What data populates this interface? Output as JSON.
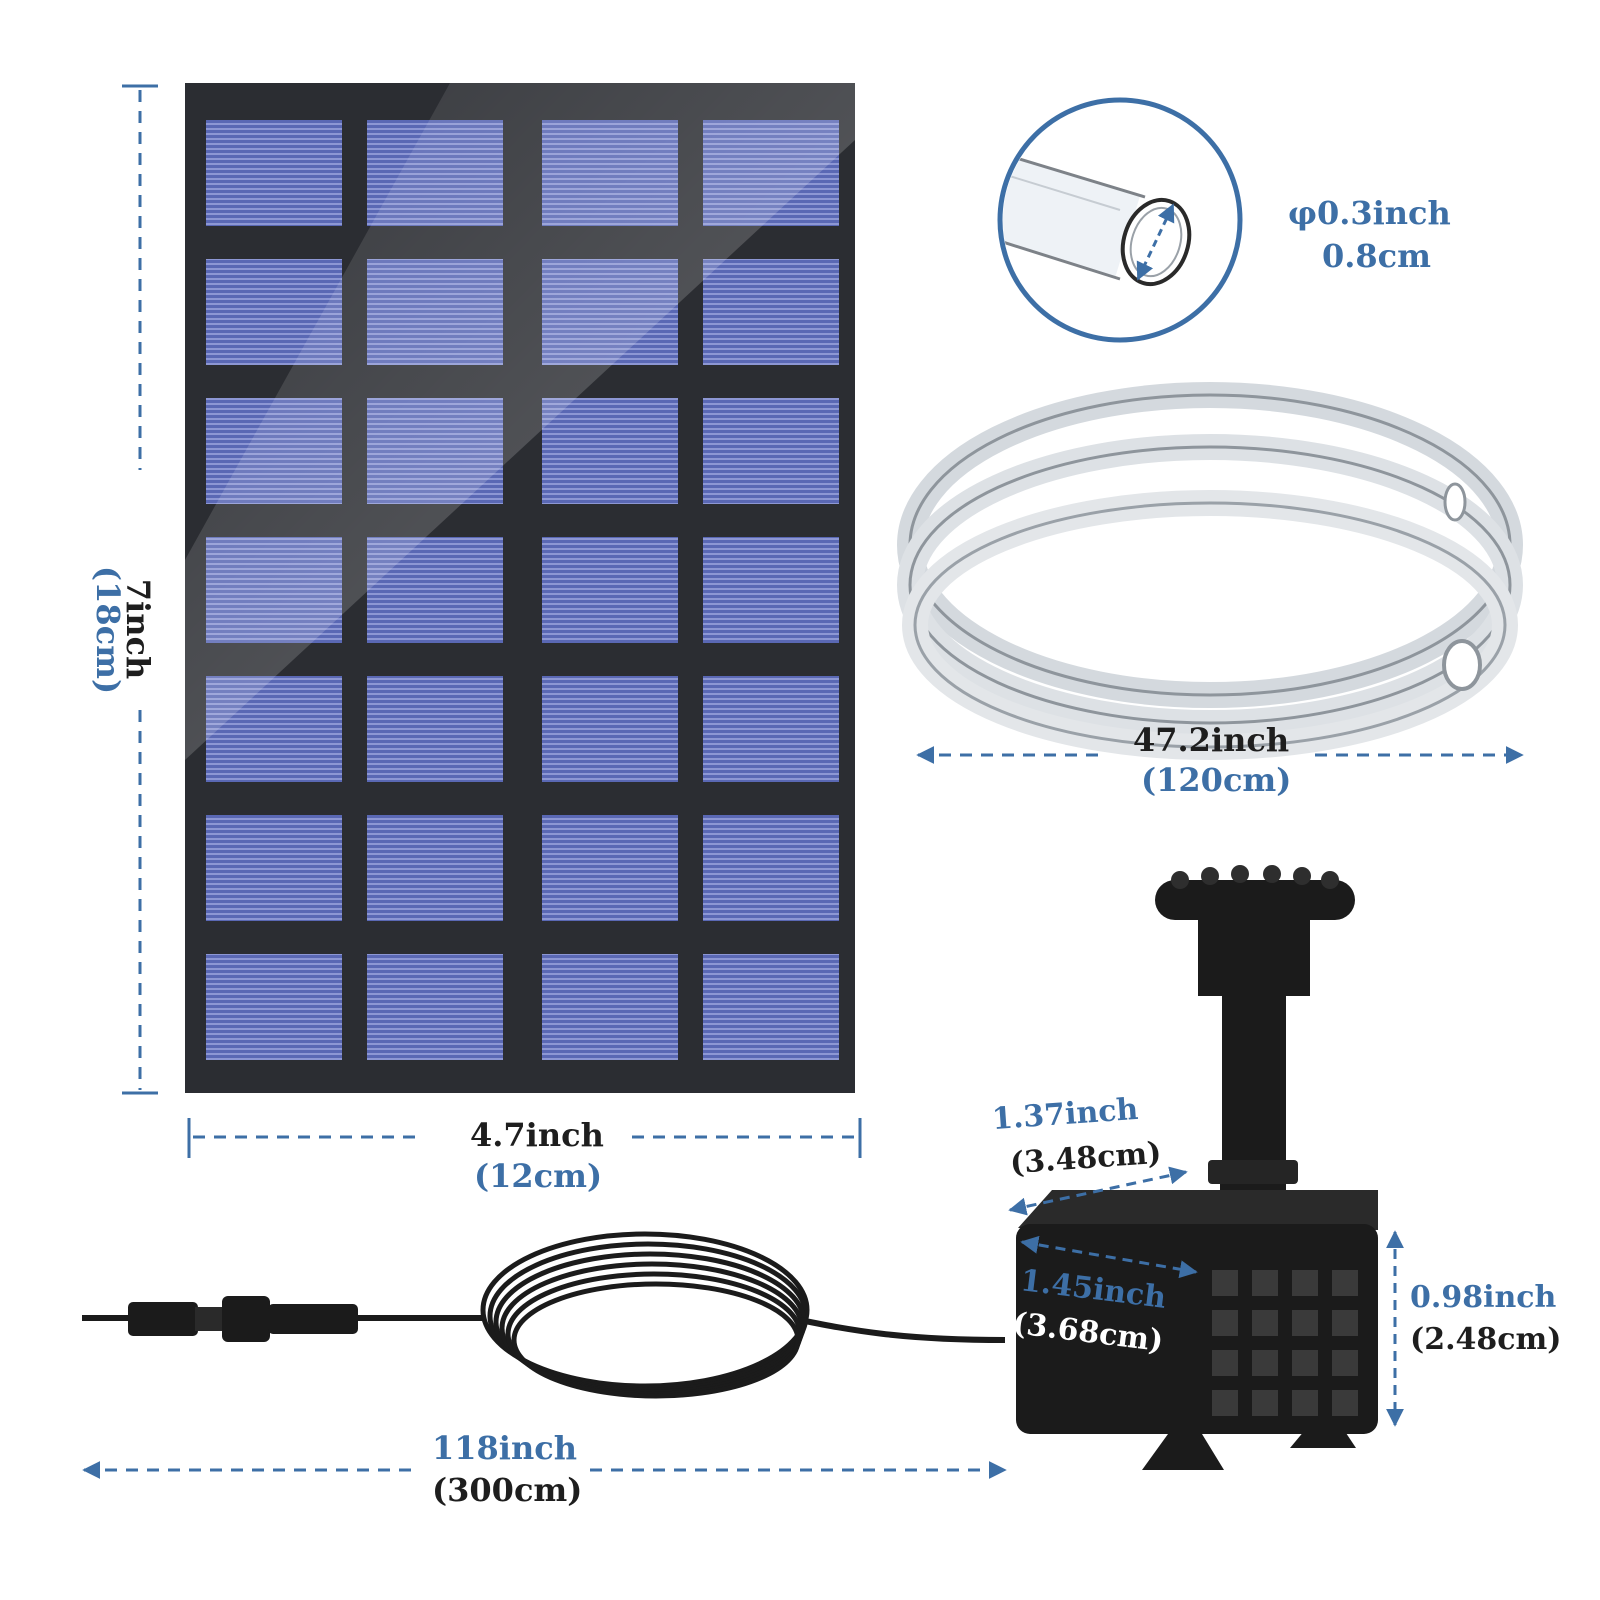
{
  "colors": {
    "dimension_blue": "#3d6fa6",
    "panel_frame": "#2b2d32",
    "cell_blue": "#5866b0",
    "pump_black": "#1b1b1b"
  },
  "items": {
    "solar_panel": {
      "cell_rows": 7,
      "cell_cols": 4
    },
    "tube_detail": {
      "icon": "tube-cross-section-icon"
    },
    "tube_coil": {
      "icon": "coiled-tube-icon"
    },
    "cable": {
      "icon": "cable-with-connector-icon"
    },
    "pump": {
      "icon": "fountain-pump-icon"
    }
  },
  "dimensions": {
    "panel_height": {
      "inch": "7inch",
      "cm": "(18cm)"
    },
    "panel_width": {
      "inch": "4.7inch",
      "cm": "(12cm)"
    },
    "tube_diameter": {
      "inch": "φ0.3inch",
      "cm": "0.8cm"
    },
    "tube_length": {
      "inch": "47.2inch",
      "cm": "(120cm)"
    },
    "cable_length": {
      "inch": "118inch",
      "cm": "(300cm)"
    },
    "pump_depth": {
      "inch": "1.37inch",
      "cm": "(3.48cm)"
    },
    "pump_width": {
      "inch": "1.45inch",
      "cm": "(3.68cm)"
    },
    "pump_height": {
      "inch": "0.98inch",
      "cm": "(2.48cm)"
    }
  }
}
